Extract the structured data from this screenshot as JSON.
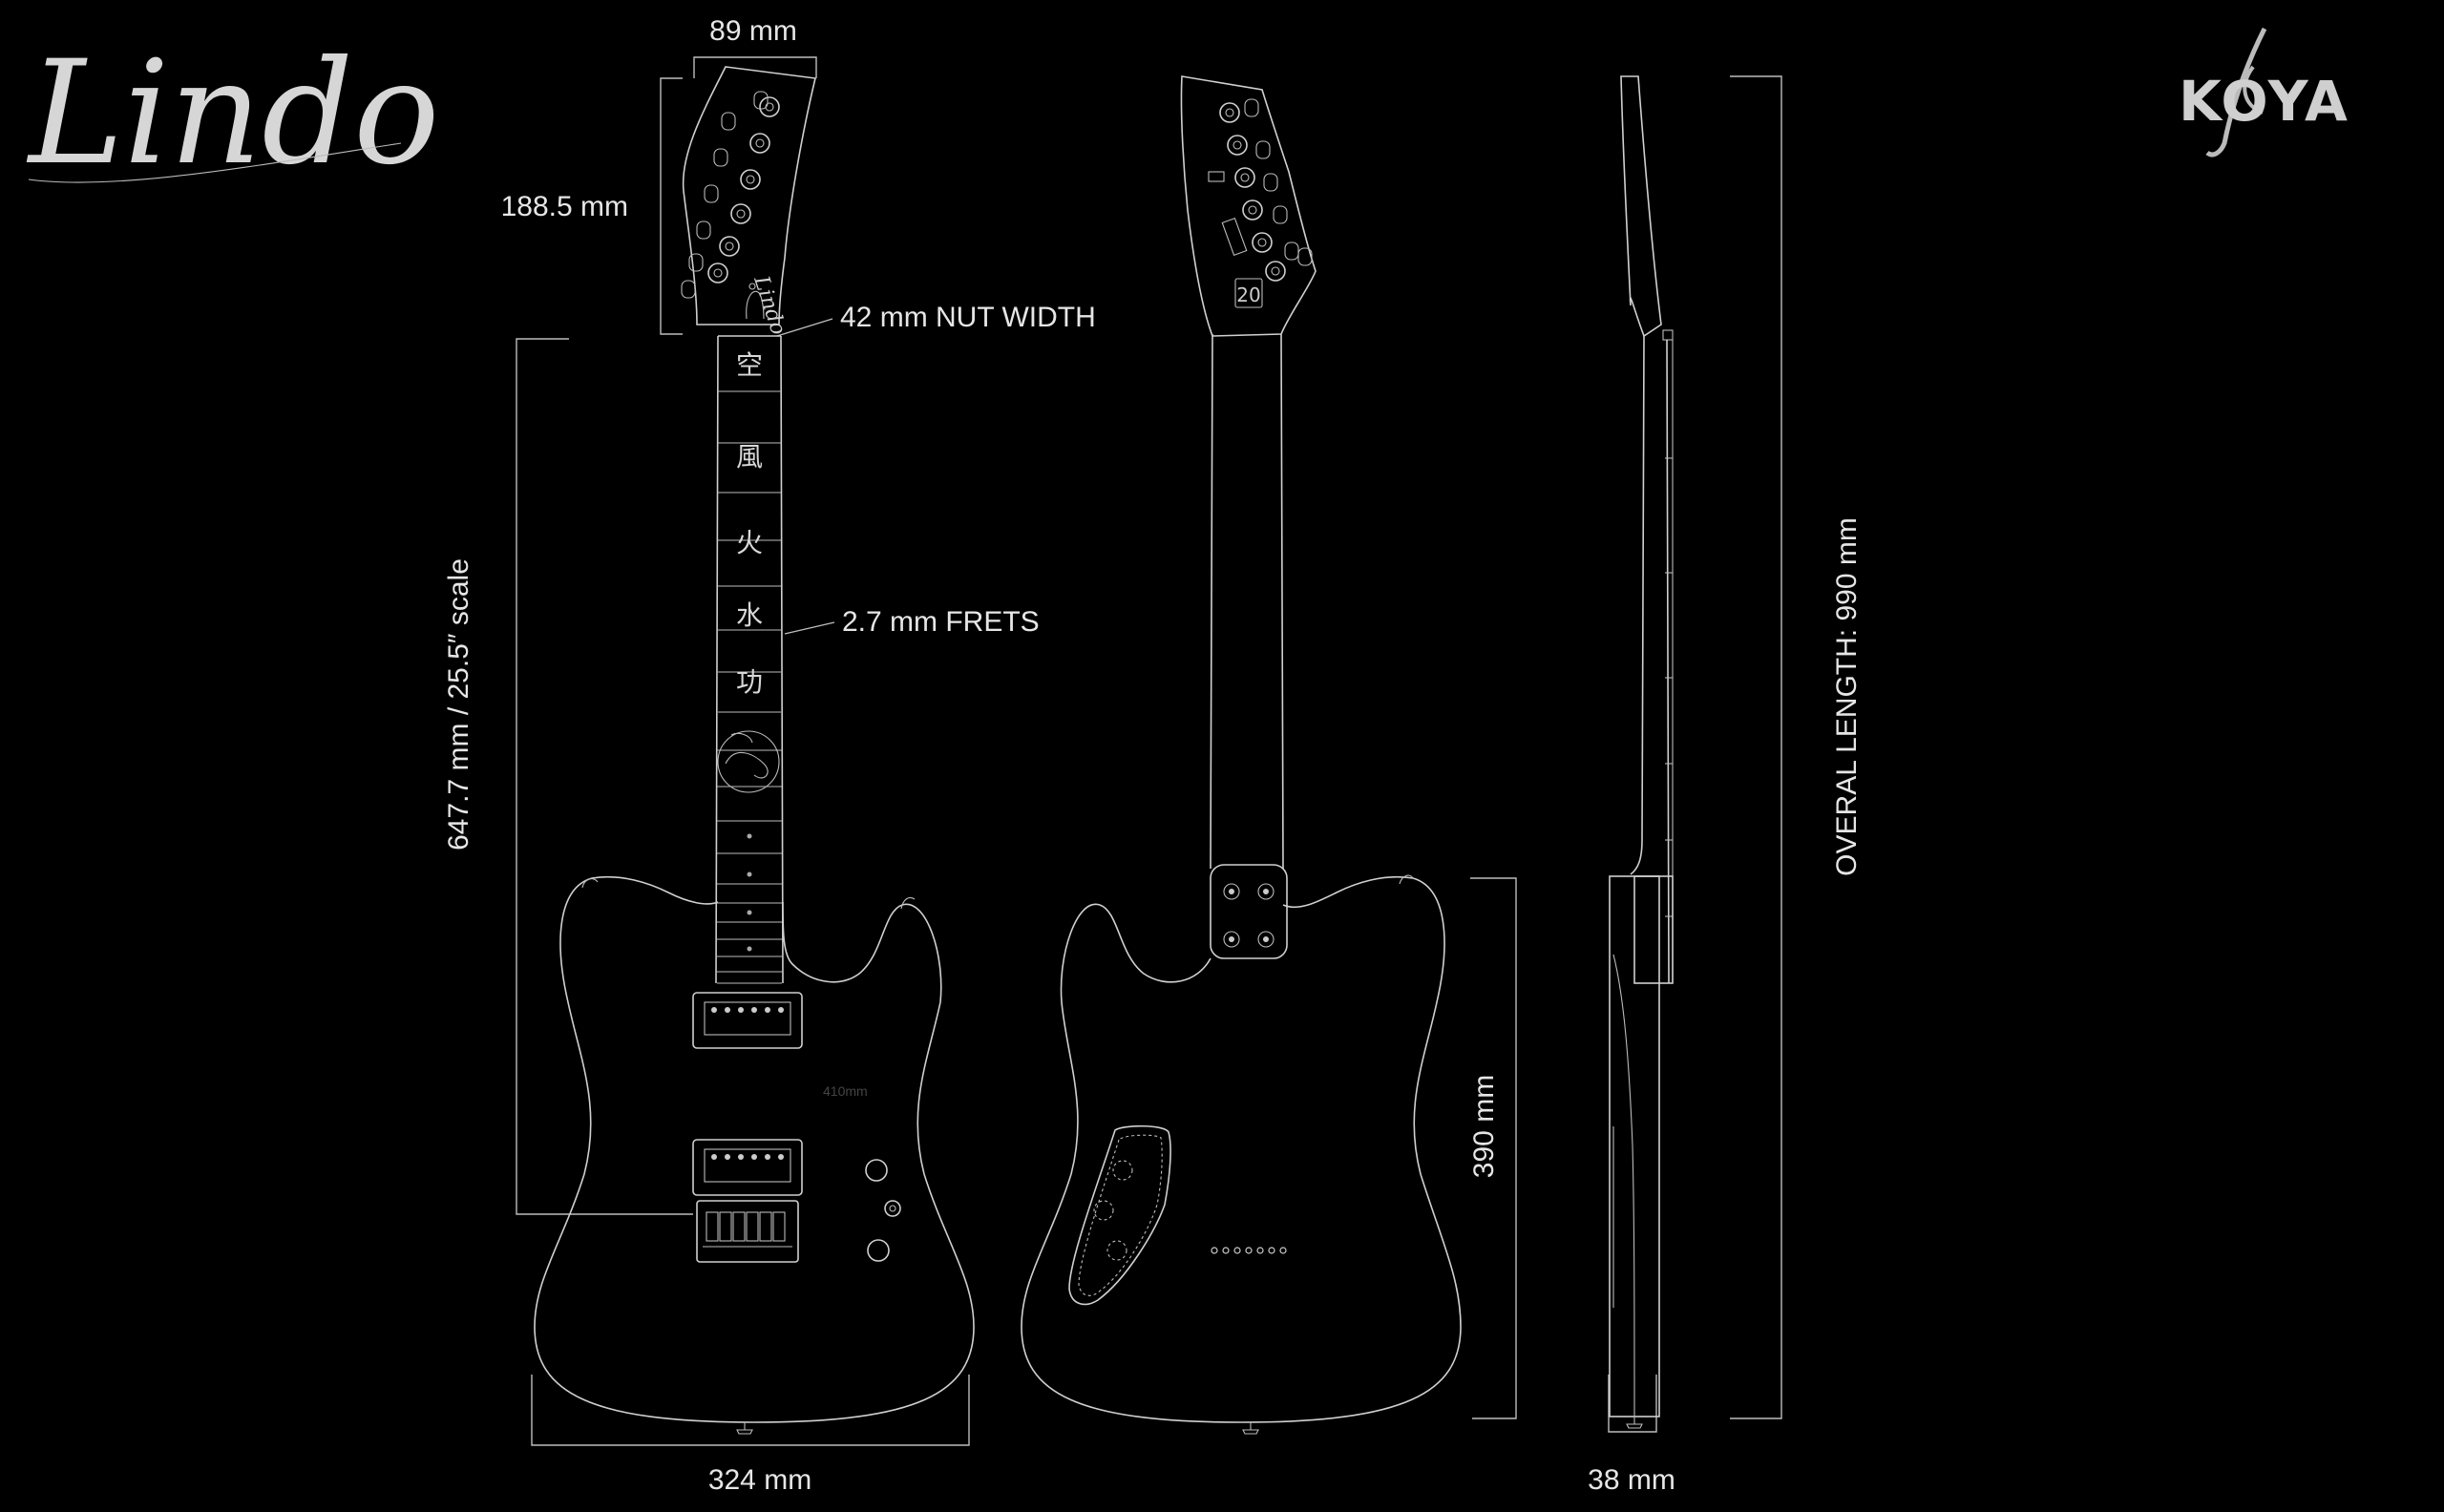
{
  "brand": {
    "left_logo": "Lindo",
    "right_logo": "KOYA"
  },
  "dimensions": {
    "headstock_width": "89 mm",
    "headstock_length": "188.5 mm",
    "nut_width": "42 mm NUT WIDTH",
    "frets": "2.7 mm FRETS",
    "scale": "647.7 mm / 25.5″ scale",
    "body_width": "324 mm",
    "body_length": "390 mm",
    "overall_length": "OVERAL LENGTH: 990 mm",
    "thickness": "38 mm",
    "faint_note": "410mm"
  },
  "inlays": [
    "空",
    "風",
    "火",
    "水",
    "功"
  ],
  "headstock_text": {
    "front_logo": "Lindo",
    "back_badge": "20"
  },
  "colors": {
    "background": "#000000",
    "line": "#d0d0d0",
    "text": "#e6e6e6"
  }
}
